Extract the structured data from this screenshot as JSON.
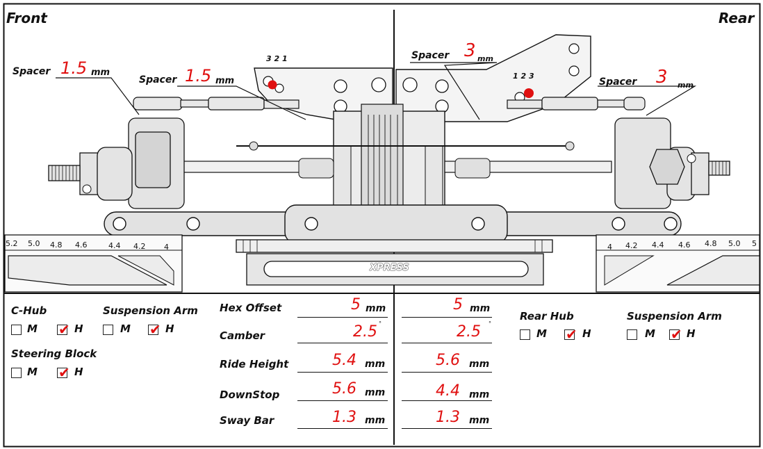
{
  "header": {
    "front": "Front",
    "rear": "Rear"
  },
  "spacers": {
    "label": "Spacer",
    "unit": "mm",
    "front_outer": "1.5",
    "front_inner": "1.5",
    "rear_inner": "3",
    "rear_outer": "3"
  },
  "holes": {
    "front_numbers": "3 2 1",
    "rear_numbers": "1 2 3"
  },
  "scale": {
    "left": [
      "5.2",
      "5.0",
      "4.8",
      "4.6",
      "4.4",
      "4.2",
      "4"
    ],
    "right": [
      "4",
      "4.2",
      "4.4",
      "4.6",
      "4.8",
      "5.0",
      "5"
    ]
  },
  "chassis_label": "XPRESS",
  "colors": {
    "accent": "#e01010",
    "line": "#111111"
  },
  "front_options": {
    "chub": {
      "label": "C-Hub",
      "options": [
        "M",
        "H"
      ],
      "selected": "H"
    },
    "suspension_arm": {
      "label": "Suspension Arm",
      "options": [
        "M",
        "H"
      ],
      "selected": "H"
    },
    "steering_block": {
      "label": "Steering Block",
      "options": [
        "M",
        "H"
      ],
      "selected": "H"
    }
  },
  "rear_options": {
    "rear_hub": {
      "label": "Rear Hub",
      "options": [
        "M",
        "H"
      ],
      "selected": "H"
    },
    "suspension_arm": {
      "label": "Suspension Arm",
      "options": [
        "M",
        "H"
      ],
      "selected": "H"
    }
  },
  "settings": {
    "hex_offset": {
      "label": "Hex Offset",
      "front": "5",
      "rear": "5",
      "unit": "mm"
    },
    "camber": {
      "label": "Camber",
      "front": "2.5",
      "rear": "2.5",
      "unit": "°"
    },
    "ride_height": {
      "label": "Ride Height",
      "front": "5.4",
      "rear": "5.6",
      "unit": "mm"
    },
    "downstop": {
      "label": "DownStop",
      "front": "5.6",
      "rear": "4.4",
      "unit": "mm"
    },
    "sway_bar": {
      "label": "Sway Bar",
      "front": "1.3",
      "rear": "1.3",
      "unit": "mm"
    }
  },
  "checkmark": "✔"
}
